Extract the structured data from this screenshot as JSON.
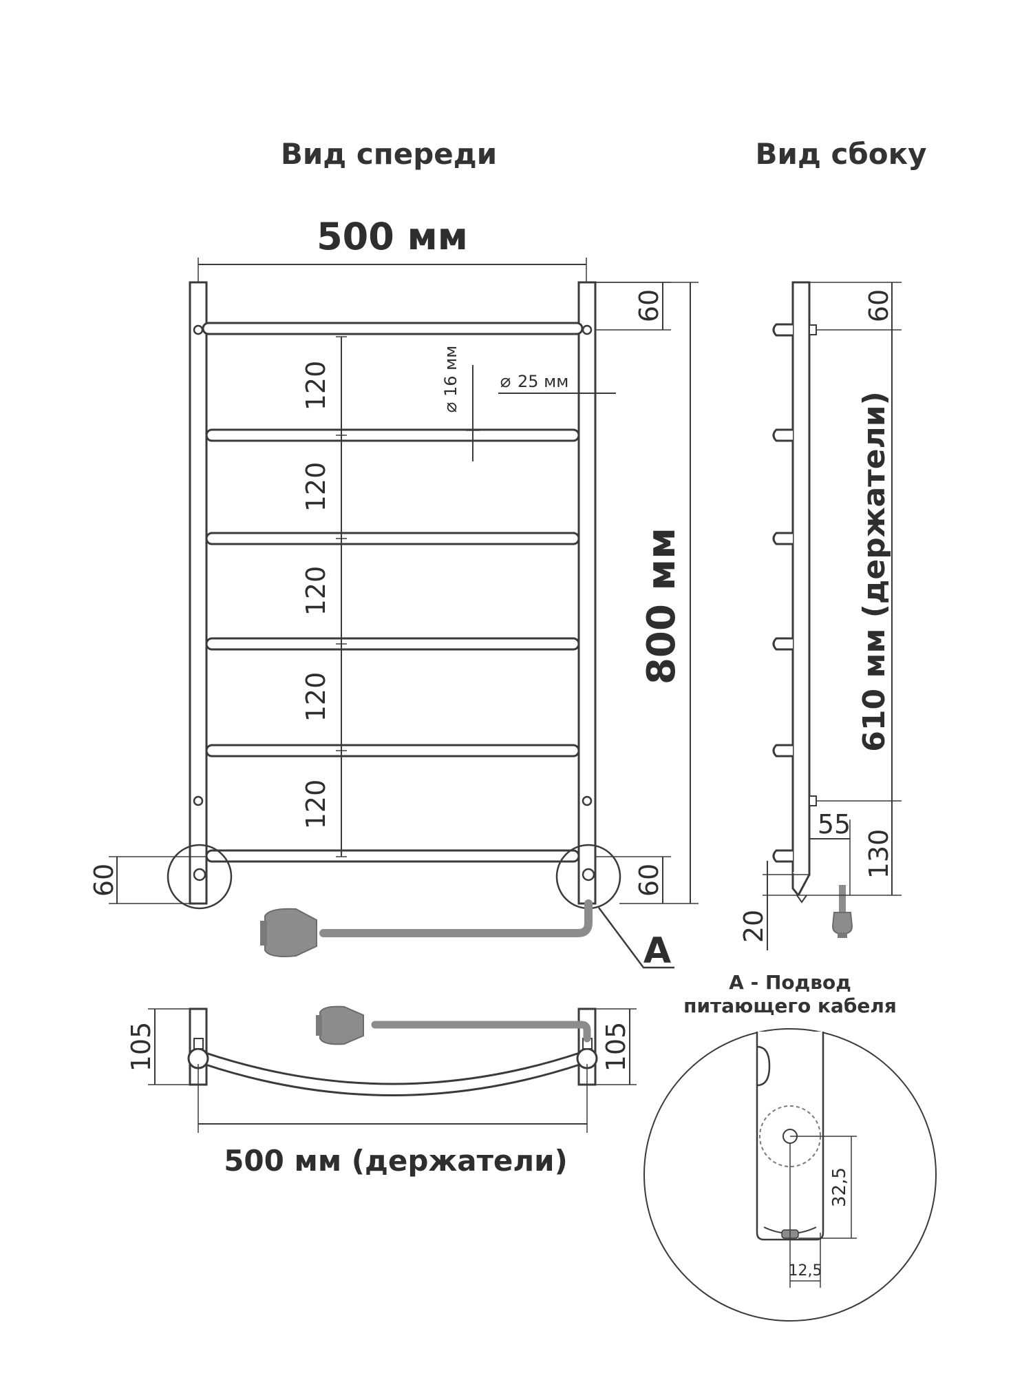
{
  "views": {
    "front_title": "Вид спереди",
    "side_title": "Вид сбоку"
  },
  "front": {
    "width_label": "500 мм",
    "height_label": "800 мм",
    "top_offset_label": "60",
    "bottom_offset_left_label": "60",
    "bottom_offset_right_label": "60",
    "spacing_labels": [
      "120",
      "120",
      "120",
      "120",
      "120"
    ],
    "bar_diameter_label": "16 мм",
    "post_diameter_label": "25 мм",
    "callout_letter": "A"
  },
  "top": {
    "depth_left_label": "105",
    "depth_right_label": "105",
    "holders_width_label": "500 мм (держатели)"
  },
  "side": {
    "top_offset_label": "60",
    "holders_label": "610 мм (держатели)",
    "bracket_label": "55",
    "bottom_label": "130",
    "cable_label": "20"
  },
  "detail": {
    "title_line1": "A - Подвод",
    "title_line2": "питающего кабеля",
    "vertical_label": "32,5",
    "horizontal_label": "12,5"
  }
}
